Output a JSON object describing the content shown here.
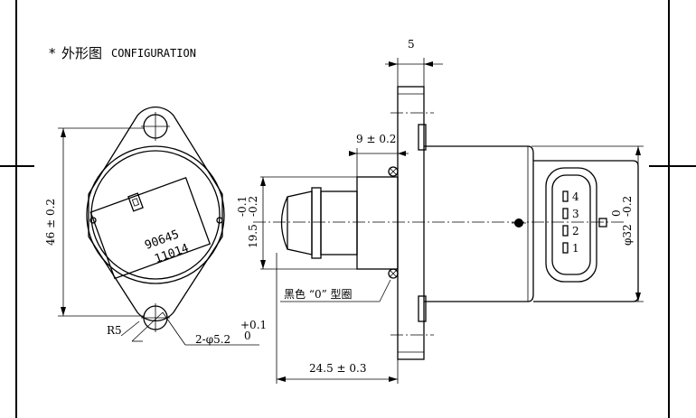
{
  "heading": {
    "star": "*",
    "zh": "外形图",
    "en": "CONFIGURATION"
  },
  "dimensions": {
    "width5": "5",
    "d9": "9 ± 0.2",
    "d46": "46 ± 0.2",
    "d195": "19.5",
    "d195_tol_up": "-0.1",
    "d195_tol_low": "-0.2",
    "d245": "24.5 ± 0.3",
    "phi32": "φ32",
    "phi32_tol_up": "0",
    "phi32_tol_low": "-0.2",
    "r5": "R5",
    "hole": "2-φ5.2",
    "hole_tol_up": "+0.1",
    "hole_tol_low": "0"
  },
  "label_oring": "黑色 “0” 型圈",
  "part_marking": {
    "line1": "90645",
    "line2": "11014"
  },
  "connector_pins": [
    "4",
    "3",
    "2",
    "1"
  ]
}
